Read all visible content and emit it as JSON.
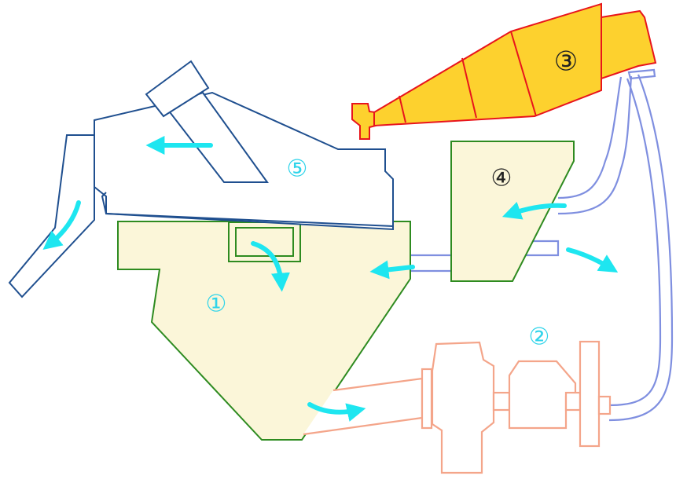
{
  "labels": {
    "unit1": "①",
    "unit2": "②",
    "unit3": "③",
    "unit4": "④",
    "unit5": "⑤"
  },
  "colors": {
    "vessel_fill": "#fbf6d9",
    "vessel_stroke": "#2e8b20",
    "screen_stroke": "#1f4f8f",
    "cyclone_fill": "#fdd12e",
    "cyclone_stroke": "#e8141c",
    "motor_stroke": "#f4a58a",
    "pipe_stroke": "#7f8fe0",
    "arrow": "#1ee6f0",
    "label_cyan": "#2fd4ea",
    "label_dark": "#222222"
  }
}
